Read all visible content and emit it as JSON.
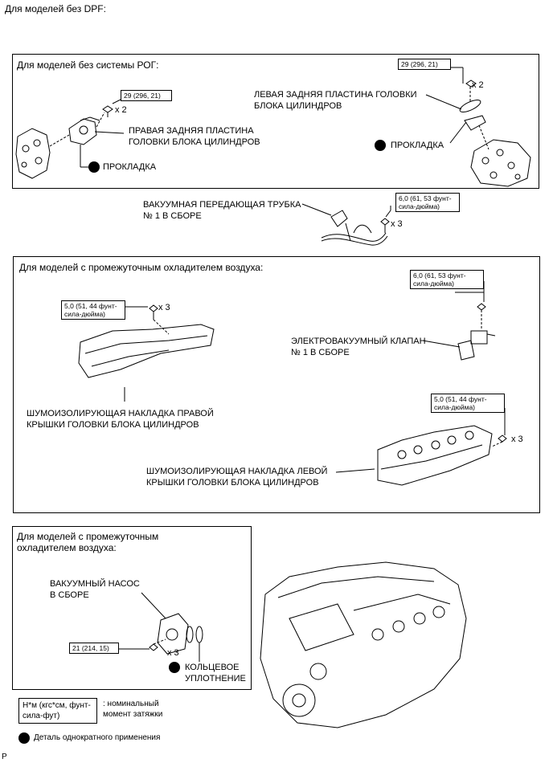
{
  "header": {
    "title": "Для моделей без DPF:"
  },
  "sections": {
    "no_egr": {
      "title": "Для моделей без системы РОГ:",
      "right_plate": "ПРАВАЯ ЗАДНЯЯ ПЛАСТИНА\nГОЛОВКИ БЛОКА ЦИЛИНДРОВ",
      "left_plate": "ЛЕВАЯ ЗАДНЯЯ ПЛАСТИНА ГОЛОВКИ\nБЛОКА ЦИЛИНДРОВ",
      "gasket": "ПРОКЛАДКА",
      "torque": "29 (296, 21)",
      "qty": "x 2"
    },
    "vacuum_pipe": {
      "label": "ВАКУУМНАЯ ПЕРЕДАЮЩАЯ ТРУБКА\n№ 1 В СБОРЕ",
      "torque": "6,0 (61, 53 фунт-\nсила-дюйма)",
      "qty": "x 3"
    },
    "intercooler": {
      "title": "Для моделей с промежуточным охладителем воздуха:",
      "torque_right": "5,0 (51, 44 фунт-\nсила-дюйма)",
      "torque_valve": "6,0 (61, 53 фунт-\nсила-дюйма)",
      "torque_left": "5,0 (51, 44 фунт-\nсила-дюйма)",
      "qty": "x 3",
      "valve": "ЭЛЕКТРОВАКУУМНЫЙ КЛАПАН\n№ 1 В СБОРЕ",
      "right_cover": "ШУМОИЗОЛИРУЮЩАЯ НАКЛАДКА ПРАВОЙ\nКРЫШКИ ГОЛОВКИ БЛОКА ЦИЛИНДРОВ",
      "left_cover": "ШУМОИЗОЛИРУЮЩАЯ НАКЛАДКА ЛЕВОЙ\nКРЫШКИ ГОЛОВКИ БЛОКА ЦИЛИНДРОВ"
    },
    "pump": {
      "title": "Для моделей с промежуточным\nохладителем воздуха:",
      "label": "ВАКУУМНЫЙ НАСОС\nВ СБОРЕ",
      "torque": "21 (214, 15)",
      "qty": "x 3",
      "oring": "КОЛЬЦЕВОЕ\nУПЛОТНЕНИЕ"
    }
  },
  "legend": {
    "unit": "Н*м (кгс*см, фунт-\nсила-фут)",
    "unit_desc": ": номинальный\nмомент затяжки",
    "nonreusable": "Деталь однократного применения"
  },
  "footer": {
    "code": "P"
  }
}
